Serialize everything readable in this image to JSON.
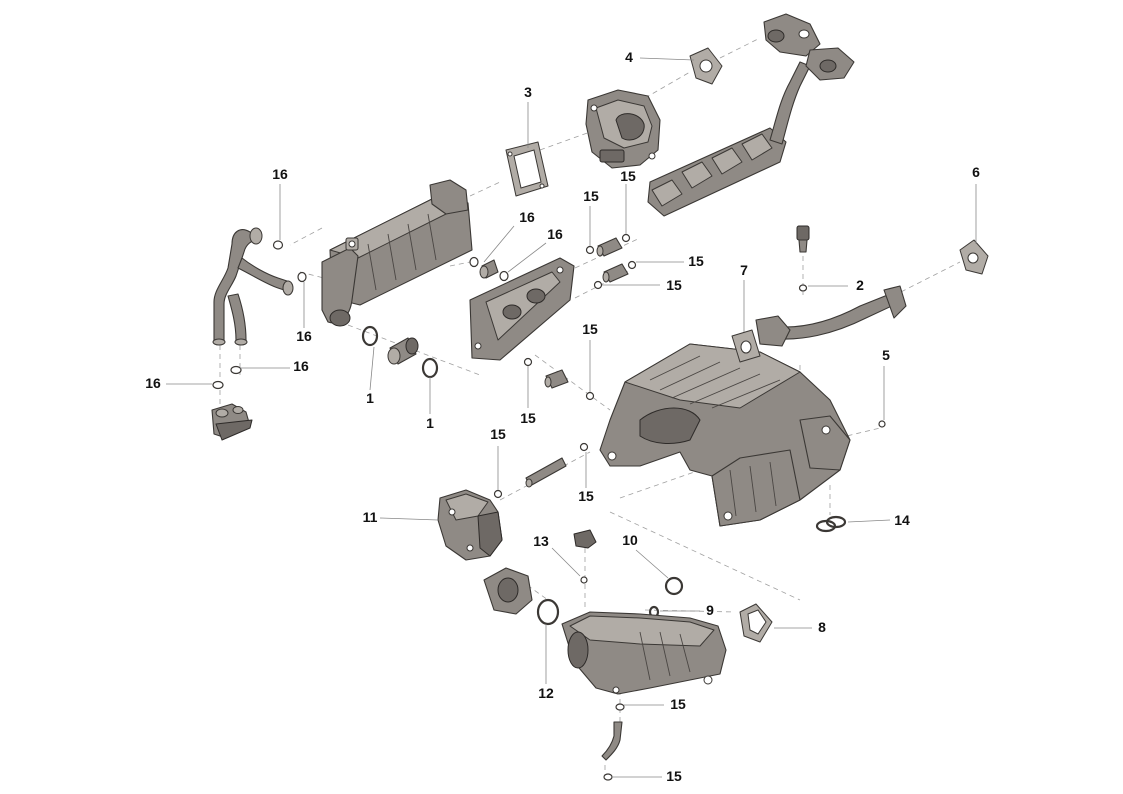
{
  "diagram": {
    "callouts": [
      {
        "id": "c1a",
        "label": "1"
      },
      {
        "id": "c1b",
        "label": "1"
      },
      {
        "id": "c2",
        "label": "2"
      },
      {
        "id": "c3",
        "label": "3"
      },
      {
        "id": "c4",
        "label": "4"
      },
      {
        "id": "c5",
        "label": "5"
      },
      {
        "id": "c6",
        "label": "6"
      },
      {
        "id": "c7",
        "label": "7"
      },
      {
        "id": "c8",
        "label": "8"
      },
      {
        "id": "c9",
        "label": "9"
      },
      {
        "id": "c10",
        "label": "10"
      },
      {
        "id": "c11",
        "label": "11"
      },
      {
        "id": "c12",
        "label": "12"
      },
      {
        "id": "c13",
        "label": "13"
      },
      {
        "id": "c14",
        "label": "14"
      },
      {
        "id": "c15a",
        "label": "15"
      },
      {
        "id": "c15b",
        "label": "15"
      },
      {
        "id": "c15c",
        "label": "15"
      },
      {
        "id": "c15d",
        "label": "15"
      },
      {
        "id": "c15e",
        "label": "15"
      },
      {
        "id": "c15f",
        "label": "15"
      },
      {
        "id": "c15g",
        "label": "15"
      },
      {
        "id": "c15h",
        "label": "15"
      },
      {
        "id": "c15i",
        "label": "15"
      },
      {
        "id": "c15j",
        "label": "15"
      },
      {
        "id": "c16a",
        "label": "16"
      },
      {
        "id": "c16b",
        "label": "16"
      },
      {
        "id": "c16c",
        "label": "16"
      },
      {
        "id": "c16d",
        "label": "16"
      },
      {
        "id": "c16e",
        "label": "16"
      },
      {
        "id": "c16f",
        "label": "16"
      }
    ]
  }
}
